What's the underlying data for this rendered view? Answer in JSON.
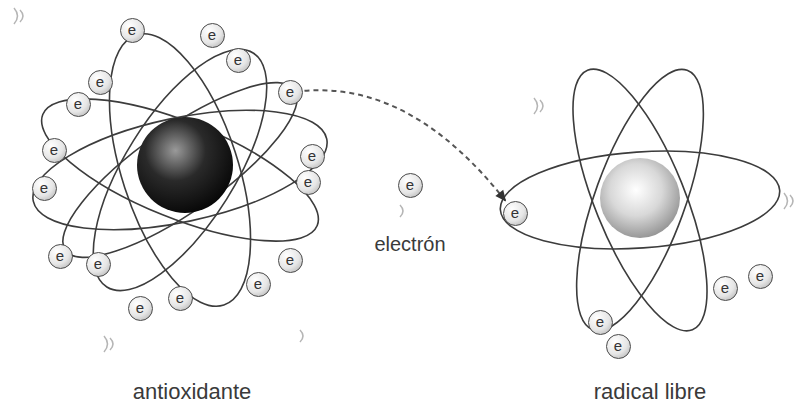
{
  "diagram": {
    "nodes": [
      {
        "text": [
          "e"
        ]
      },
      {
        "text": [
          "e"
        ]
      },
      {
        "text": [
          "e"
        ]
      },
      {
        "text": [
          "e"
        ]
      },
      {
        "text": [
          "e"
        ]
      },
      {
        "text": [
          "e"
        ]
      },
      {
        "text": [
          "e"
        ]
      },
      {
        "text": [
          "e"
        ]
      },
      {
        "text": [
          "e"
        ]
      },
      {
        "text": [
          "e"
        ]
      },
      {
        "text": [
          "e"
        ]
      },
      {
        "text": [
          "e"
        ]
      },
      {
        "text": [
          "e"
        ]
      },
      {
        "text": [
          "e"
        ]
      },
      {
        "text": [
          "e"
        ]
      },
      {
        "text": [
          "e"
        ]
      },
      {
        "text": [
          "e"
        ]
      },
      {
        "text": [
          "e"
        ]
      },
      {
        "text": [
          "e"
        ]
      },
      {
        "text": [
          "e"
        ]
      },
      {
        "text": [
          "e"
        ]
      },
      {
        "text": [
          "e"
        ]
      }
    ],
    "edges": [
      {
        "from": 5,
        "to": 17,
        "arrow": "to"
      }
    ],
    "labels": [
      "antioxidante",
      "electrón",
      "radical libre"
    ]
  }
}
